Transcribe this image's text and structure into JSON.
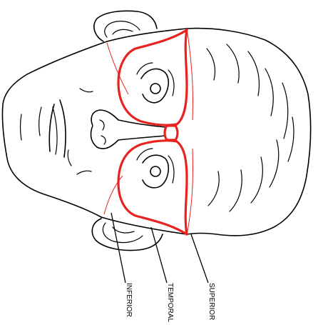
{
  "labels": {
    "inferior": "INFERIOR",
    "temporal": "TEMPORAL",
    "superior": "SUPERIOR"
  },
  "colors": {
    "goggle": "#e8231f",
    "zone_lines": "#e8231f",
    "outline": "#000000",
    "background": "#ffffff"
  }
}
